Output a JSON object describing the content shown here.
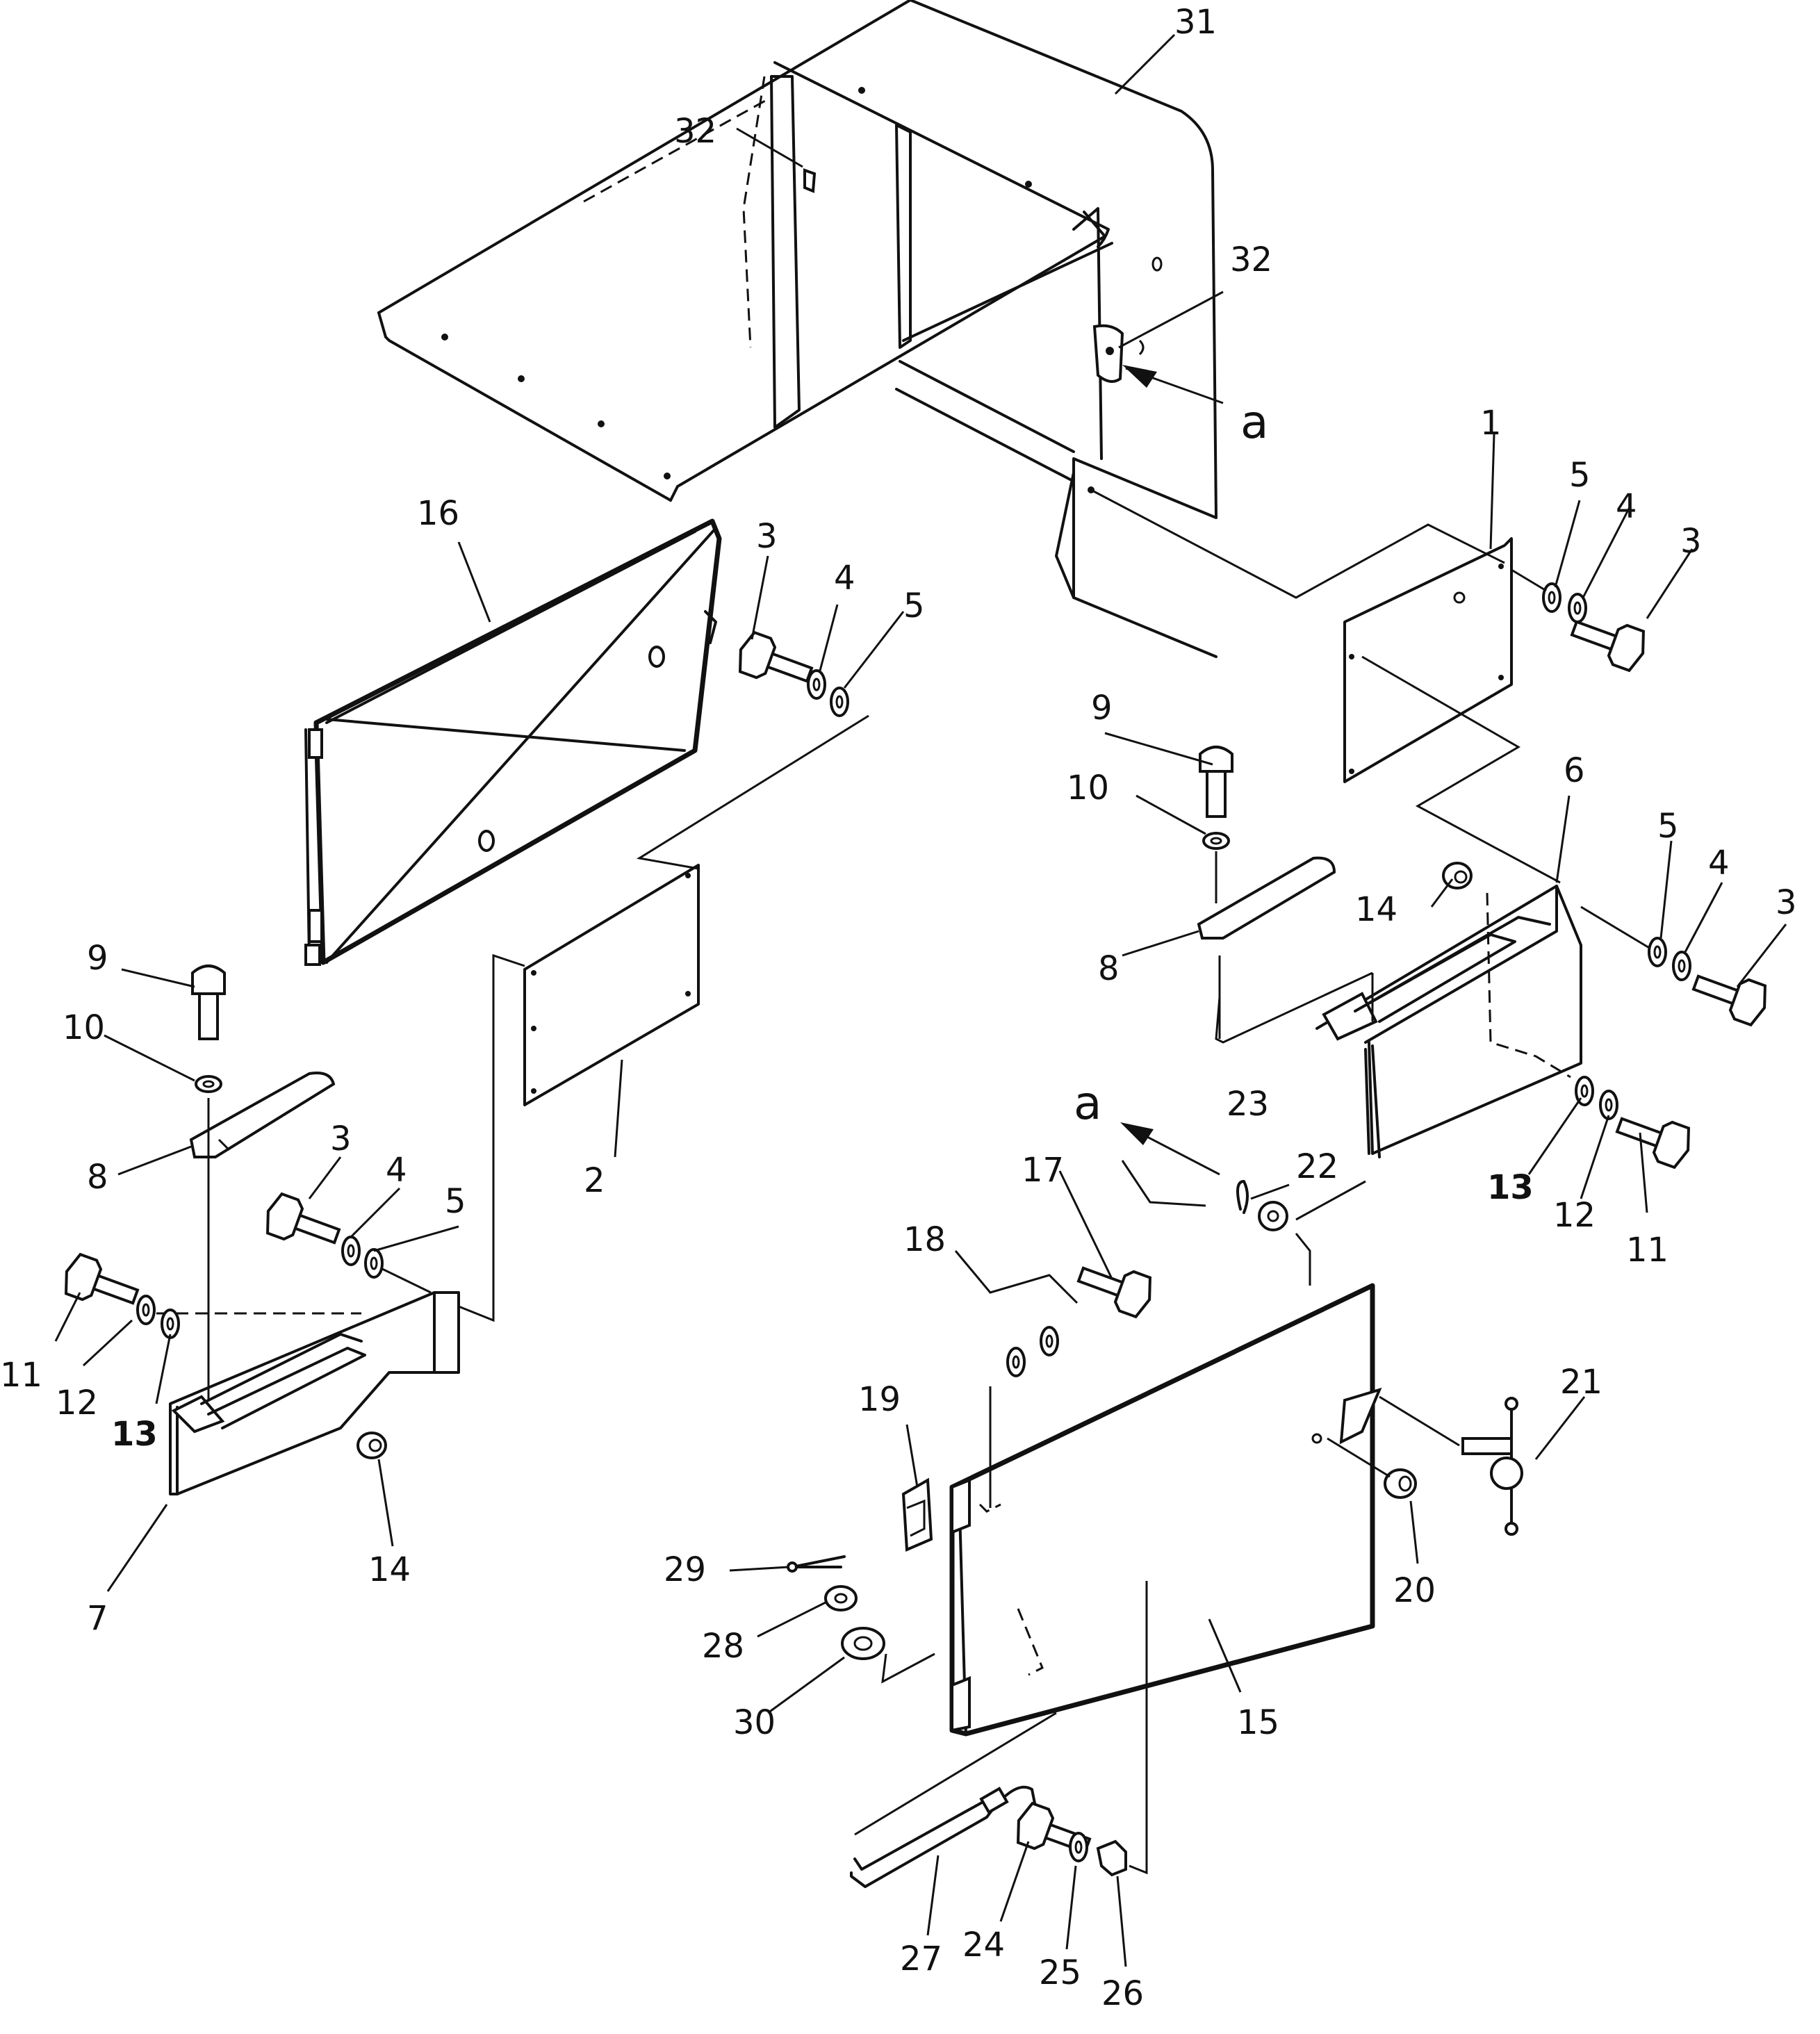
{
  "labels": {
    "p1": "1",
    "p2": "2",
    "p3": "3",
    "p4": "4",
    "p5": "5",
    "p6": "6",
    "p7": "7",
    "p8": "8",
    "p9": "9",
    "p10": "10",
    "p11": "11",
    "p12": "12",
    "p13": "13",
    "p14": "14",
    "p15": "15",
    "p16": "16",
    "p17": "17",
    "p18": "18",
    "p19": "19",
    "p20": "20",
    "p21": "21",
    "p22": "22",
    "p23": "23",
    "p24": "24",
    "p25": "25",
    "p26": "26",
    "p27": "27",
    "p28": "28",
    "p29": "29",
    "p30": "30",
    "p31": "31",
    "p32": "32",
    "view_a": "a"
  }
}
